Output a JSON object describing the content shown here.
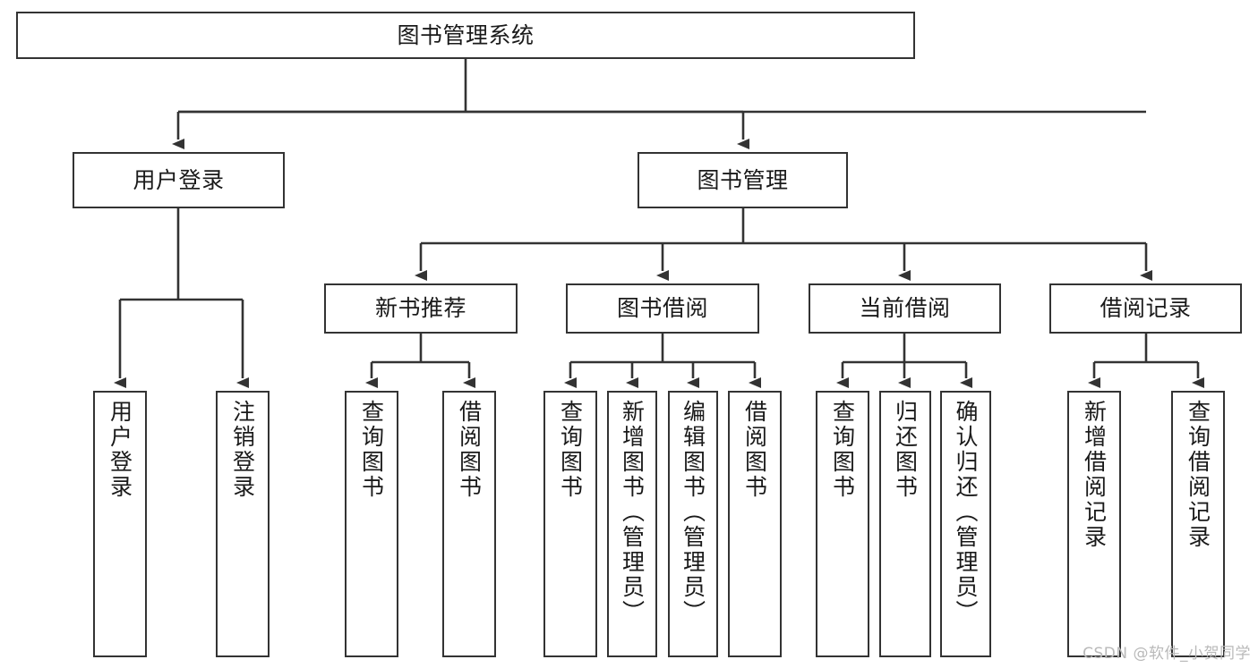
{
  "diagram": {
    "title": "图书管理系统",
    "type": "tree-hierarchy-chart",
    "watermark": "CSDN @软件_小贺同学",
    "colors": {
      "node_border": "#333333",
      "node_fill": "#ffffff",
      "connector": "#333333",
      "text": "#1a1a1a",
      "watermark": "#b9b9b9"
    },
    "levels": {
      "root": {
        "label": "图书管理系统"
      },
      "level2": [
        {
          "id": "user-login",
          "label": "用户登录"
        },
        {
          "id": "book-manage",
          "label": "图书管理"
        }
      ],
      "level3": [
        {
          "id": "new-book-recommend",
          "label": "新书推荐",
          "parent": "book-manage"
        },
        {
          "id": "book-borrow",
          "label": "图书借阅",
          "parent": "book-manage"
        },
        {
          "id": "current-borrow",
          "label": "当前借阅",
          "parent": "book-manage"
        },
        {
          "id": "borrow-record",
          "label": "借阅记录",
          "parent": "book-manage"
        }
      ],
      "leaves": [
        {
          "id": "leaf-user-login",
          "label": "用户登录",
          "parent": "user-login"
        },
        {
          "id": "leaf-logout",
          "label": "注销登录",
          "parent": "user-login"
        },
        {
          "id": "leaf-query-book-1",
          "label": "查询图书",
          "parent": "new-book-recommend"
        },
        {
          "id": "leaf-borrow-book-1",
          "label": "借阅图书",
          "parent": "new-book-recommend"
        },
        {
          "id": "leaf-query-book-2",
          "label": "查询图书",
          "parent": "book-borrow"
        },
        {
          "id": "leaf-add-book",
          "label": "新增图书（管理员）",
          "parent": "book-borrow"
        },
        {
          "id": "leaf-edit-book",
          "label": "编辑图书（管理员）",
          "parent": "book-borrow"
        },
        {
          "id": "leaf-borrow-book-2",
          "label": "借阅图书",
          "parent": "book-borrow"
        },
        {
          "id": "leaf-query-book-3",
          "label": "查询图书",
          "parent": "current-borrow"
        },
        {
          "id": "leaf-return-book",
          "label": "归还图书",
          "parent": "current-borrow"
        },
        {
          "id": "leaf-confirm-return",
          "label": "确认归还（管理员）",
          "parent": "current-borrow"
        },
        {
          "id": "leaf-add-record",
          "label": "新增借阅记录",
          "parent": "borrow-record"
        },
        {
          "id": "leaf-query-record",
          "label": "查询借阅记录",
          "parent": "borrow-record"
        }
      ]
    }
  }
}
